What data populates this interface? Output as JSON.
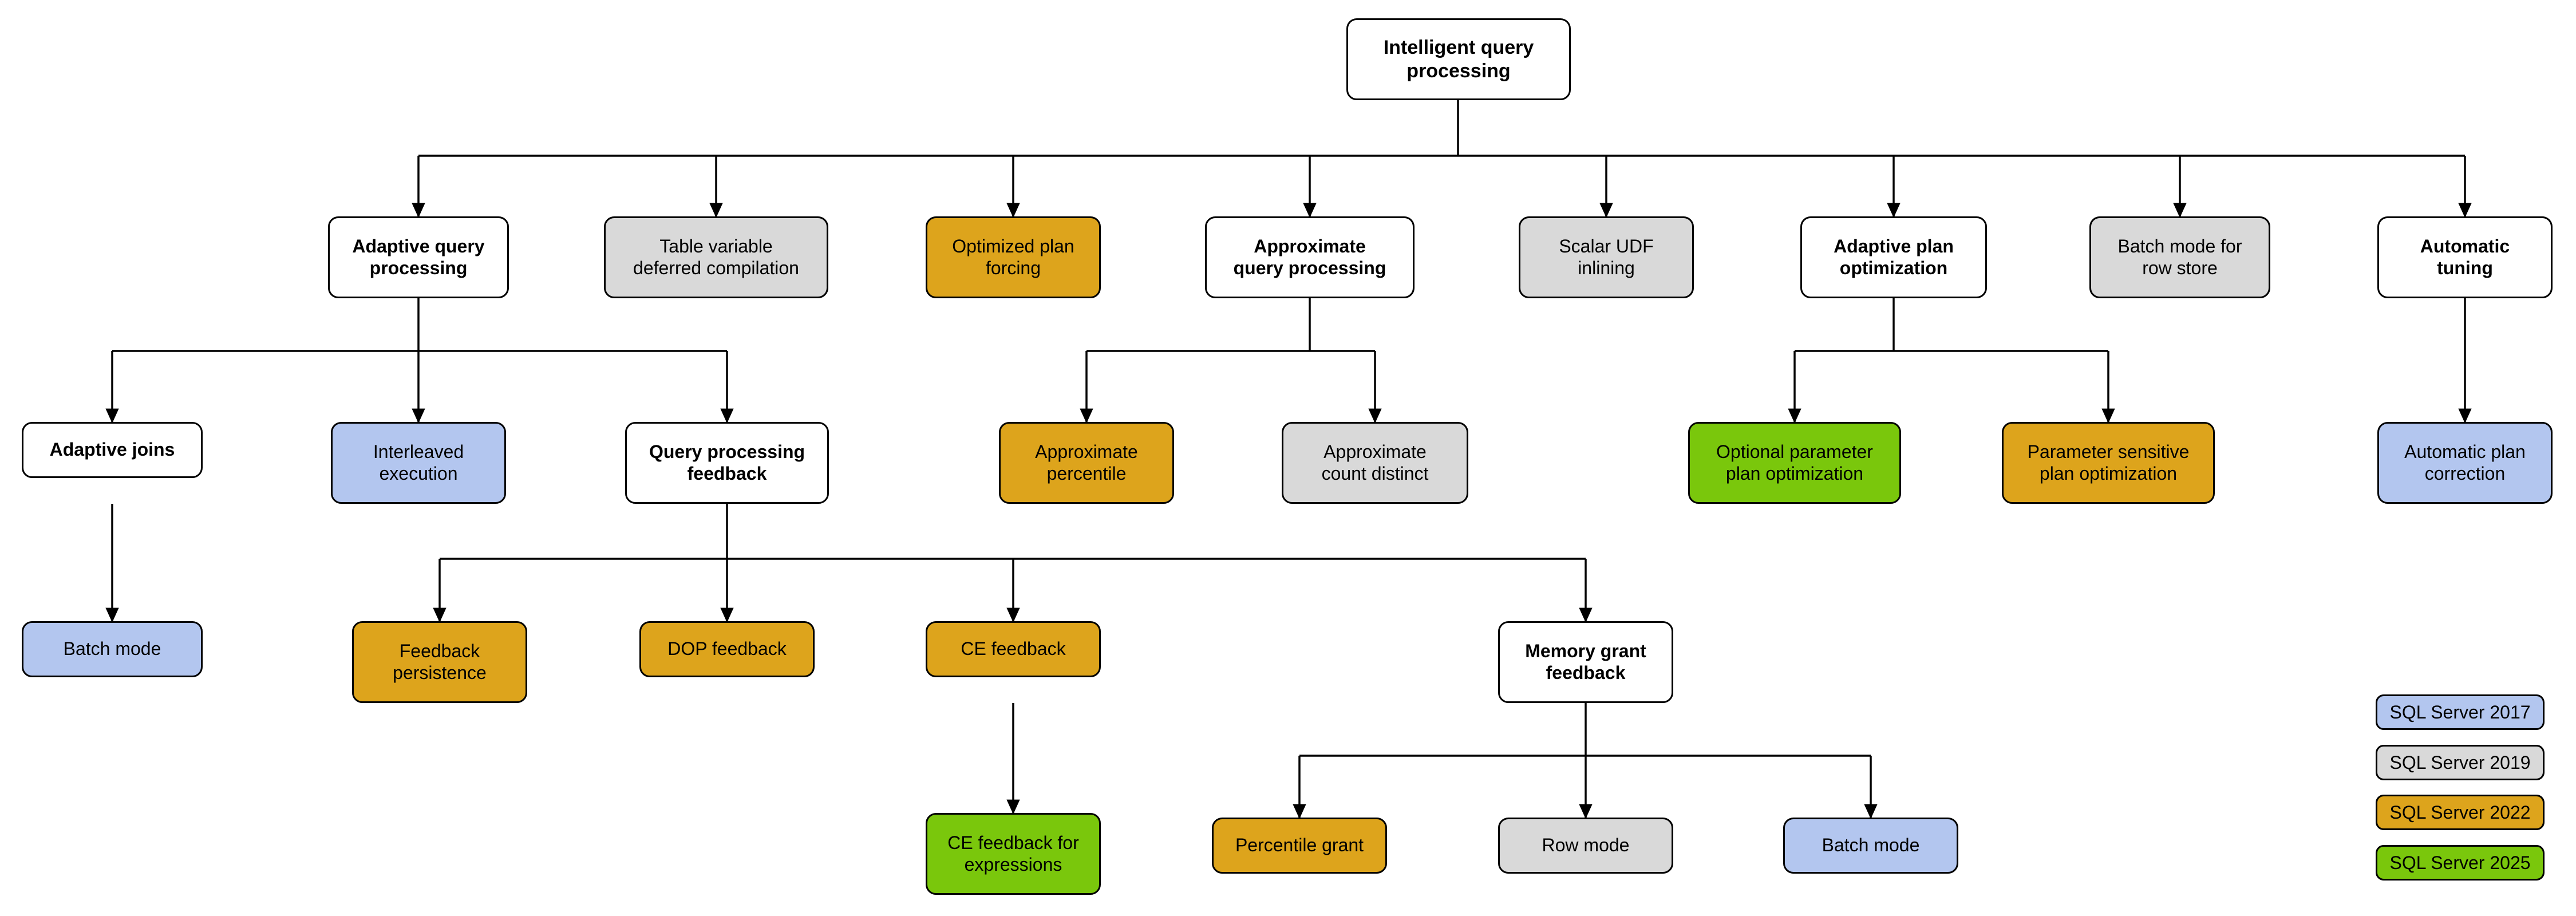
{
  "diagram": {
    "title": "Intelligent query processing",
    "type": "tree-hierarchy",
    "palette": {
      "white": "#ffffff",
      "grey": "#d9d9d9",
      "orange": "#dda41c",
      "green": "#7ac70c",
      "blue": "#b3c6ef",
      "stroke": "#000000"
    }
  },
  "nodes": {
    "root": {
      "label": "Intelligent query\nprocessing"
    },
    "adaptive_query_processing": {
      "label": "Adaptive query\nprocessing"
    },
    "table_variable_deferred_compilation": {
      "label": "Table variable\ndeferred compilation"
    },
    "optimized_plan_forcing": {
      "label": "Optimized plan\nforcing"
    },
    "approximate_query_processing": {
      "label": "Approximate\nquery processing"
    },
    "scalar_udf_inlining": {
      "label": "Scalar UDF\ninlining"
    },
    "adaptive_plan_optimization": {
      "label": "Adaptive plan\noptimization"
    },
    "batch_mode_for_row_store": {
      "label": "Batch mode for\nrow store"
    },
    "automatic_tuning": {
      "label": "Automatic\ntuning"
    },
    "adaptive_joins": {
      "label": "Adaptive joins"
    },
    "interleaved_execution": {
      "label": "Interleaved\nexecution"
    },
    "query_processing_feedback": {
      "label": "Query processing\nfeedback"
    },
    "approximate_percentile": {
      "label": "Approximate\npercentile"
    },
    "approximate_count_distinct": {
      "label": "Approximate\ncount distinct"
    },
    "optional_parameter_plan_optimization": {
      "label": "Optional parameter\nplan optimization"
    },
    "parameter_sensitive_plan_optimization": {
      "label": "Parameter sensitive\nplan optimization"
    },
    "automatic_plan_correction": {
      "label": "Automatic plan\ncorrection"
    },
    "batch_mode": {
      "label": "Batch mode"
    },
    "feedback_persistence": {
      "label": "Feedback\npersistence"
    },
    "dop_feedback": {
      "label": "DOP feedback"
    },
    "ce_feedback": {
      "label": "CE feedback"
    },
    "memory_grant_feedback": {
      "label": "Memory grant\nfeedback"
    },
    "ce_feedback_for_expressions": {
      "label": "CE feedback for\nexpressions"
    },
    "percentile_grant": {
      "label": "Percentile grant"
    },
    "row_mode": {
      "label": "Row mode"
    },
    "batch_mode_mgf": {
      "label": "Batch mode"
    }
  },
  "legend": {
    "items": [
      {
        "label": "SQL Server 2017",
        "color": "#b3c6ef"
      },
      {
        "label": "SQL Server 2019",
        "color": "#d9d9d9"
      },
      {
        "label": "SQL Server 2022",
        "color": "#dda41c"
      },
      {
        "label": "SQL Server 2025",
        "color": "#7ac70c"
      }
    ]
  }
}
